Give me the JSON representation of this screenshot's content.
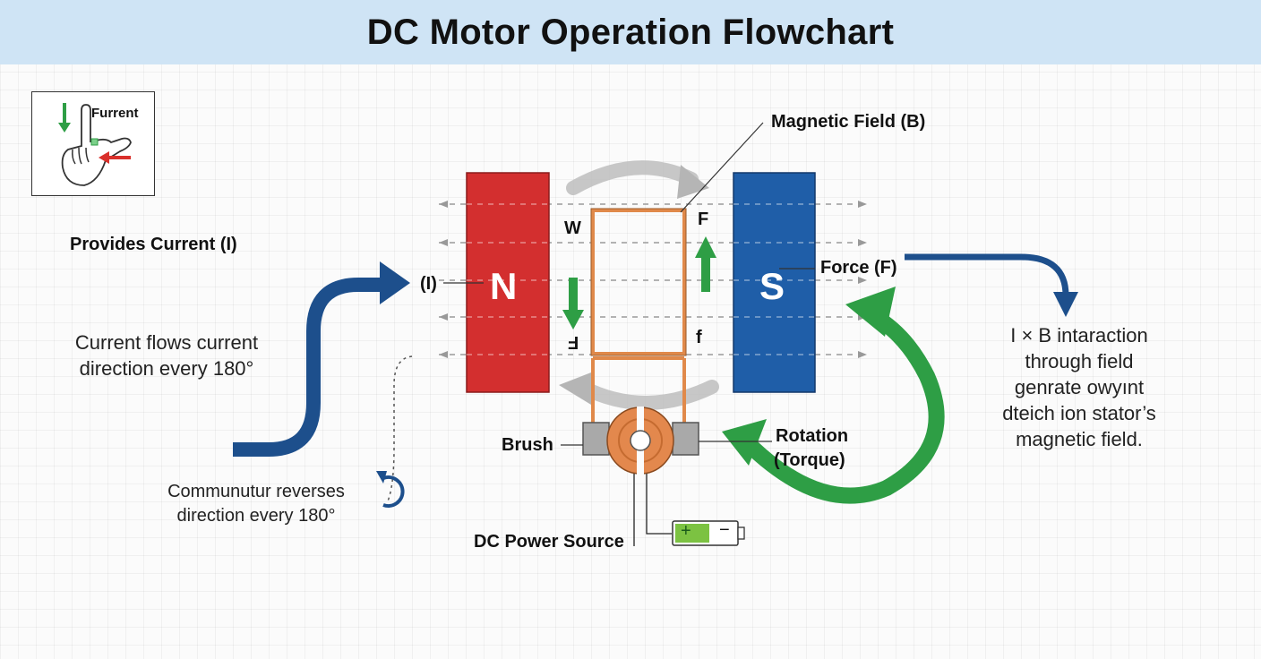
{
  "title": "DC Motor Operation Flowchart",
  "rule_box": {
    "label": "Furrent",
    "icon": "right-hand-rule-icon"
  },
  "magnets": {
    "north": "N",
    "south": "S"
  },
  "labels": {
    "magnetic_field": "Magnetic Field (B)",
    "provides_current": "Provides Current (I)",
    "current_marker": "(I)",
    "force": "Force (F)",
    "brush": "Brush",
    "rotation_line1": "Rotation",
    "rotation_line2": "(Torque)",
    "dc_power_source": "DC Power Source",
    "coil_top_left": "W",
    "coil_top_right": "F",
    "coil_bottom_left": "F",
    "coil_bottom_right": "f"
  },
  "notes": {
    "current_flow": [
      "Current flows current",
      "direction every 180°"
    ],
    "commutator": [
      "Communutur reverses",
      "direction every 180°"
    ],
    "interaction": [
      "I × B intaraction",
      "through field",
      "genrate owyınt",
      "dteich ion stator’s",
      "magnetic field."
    ]
  },
  "battery": {
    "plus": "+",
    "minus": "−"
  },
  "colors": {
    "title_band": "#cfe4f5",
    "north_magnet": "#d32f2f",
    "south_magnet": "#1f5ea8",
    "coil": "#e0894a",
    "flow_arrow": "#1d4f8c",
    "rotation_arrow": "#2e9e45",
    "force_arrow": "#2e9e45",
    "current_arrow": "#d9302b",
    "battery_fill": "#7cc242"
  }
}
